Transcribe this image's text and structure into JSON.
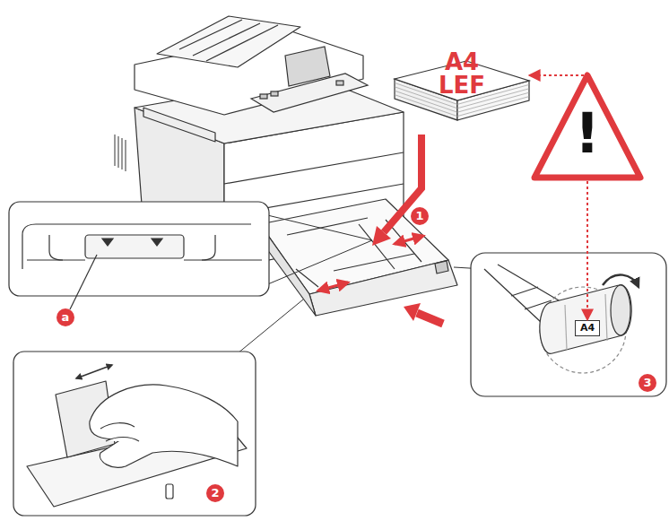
{
  "diagram": {
    "nodes": [
      {
        "text": [
          "A4 LEF"
        ]
      },
      {
        "text": [
          "!"
        ]
      },
      {
        "text": [
          "A4"
        ],
        "in": null
      }
    ],
    "edges": [
      {
        "from": 1,
        "to": 0,
        "arrow": "to"
      },
      {
        "from": 1,
        "to": 2,
        "arrow": "to"
      }
    ],
    "labels": [
      "1",
      "a",
      "2",
      "3"
    ]
  }
}
